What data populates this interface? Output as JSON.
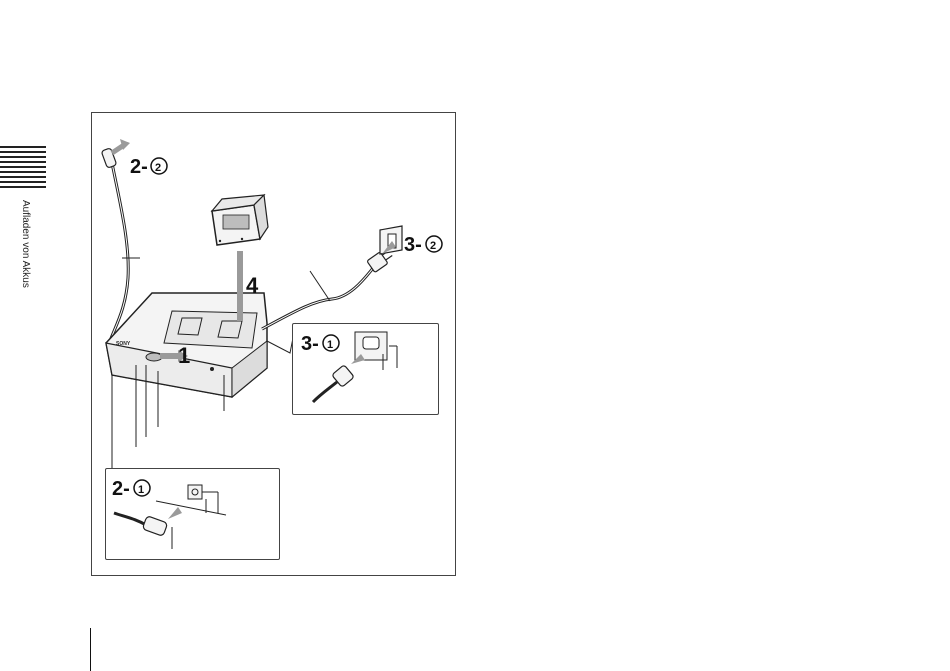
{
  "sidebar": {
    "section_label": "Aufladen von Akkus"
  },
  "figure": {
    "steps": {
      "s1": "1",
      "s2_1": "2-",
      "s2_1_circ": "1",
      "s2_2": "2-",
      "s2_2_circ": "2",
      "s3_1": "3-",
      "s3_1_circ": "1",
      "s3_2": "3-",
      "s3_2_circ": "2",
      "s4": "4"
    },
    "charger_brand": "SONY"
  },
  "colors": {
    "line": "#222222",
    "device_fill": "#f4f4f4",
    "shade": "#bdbdbd",
    "arrow_gray": "#9a9a9a"
  }
}
